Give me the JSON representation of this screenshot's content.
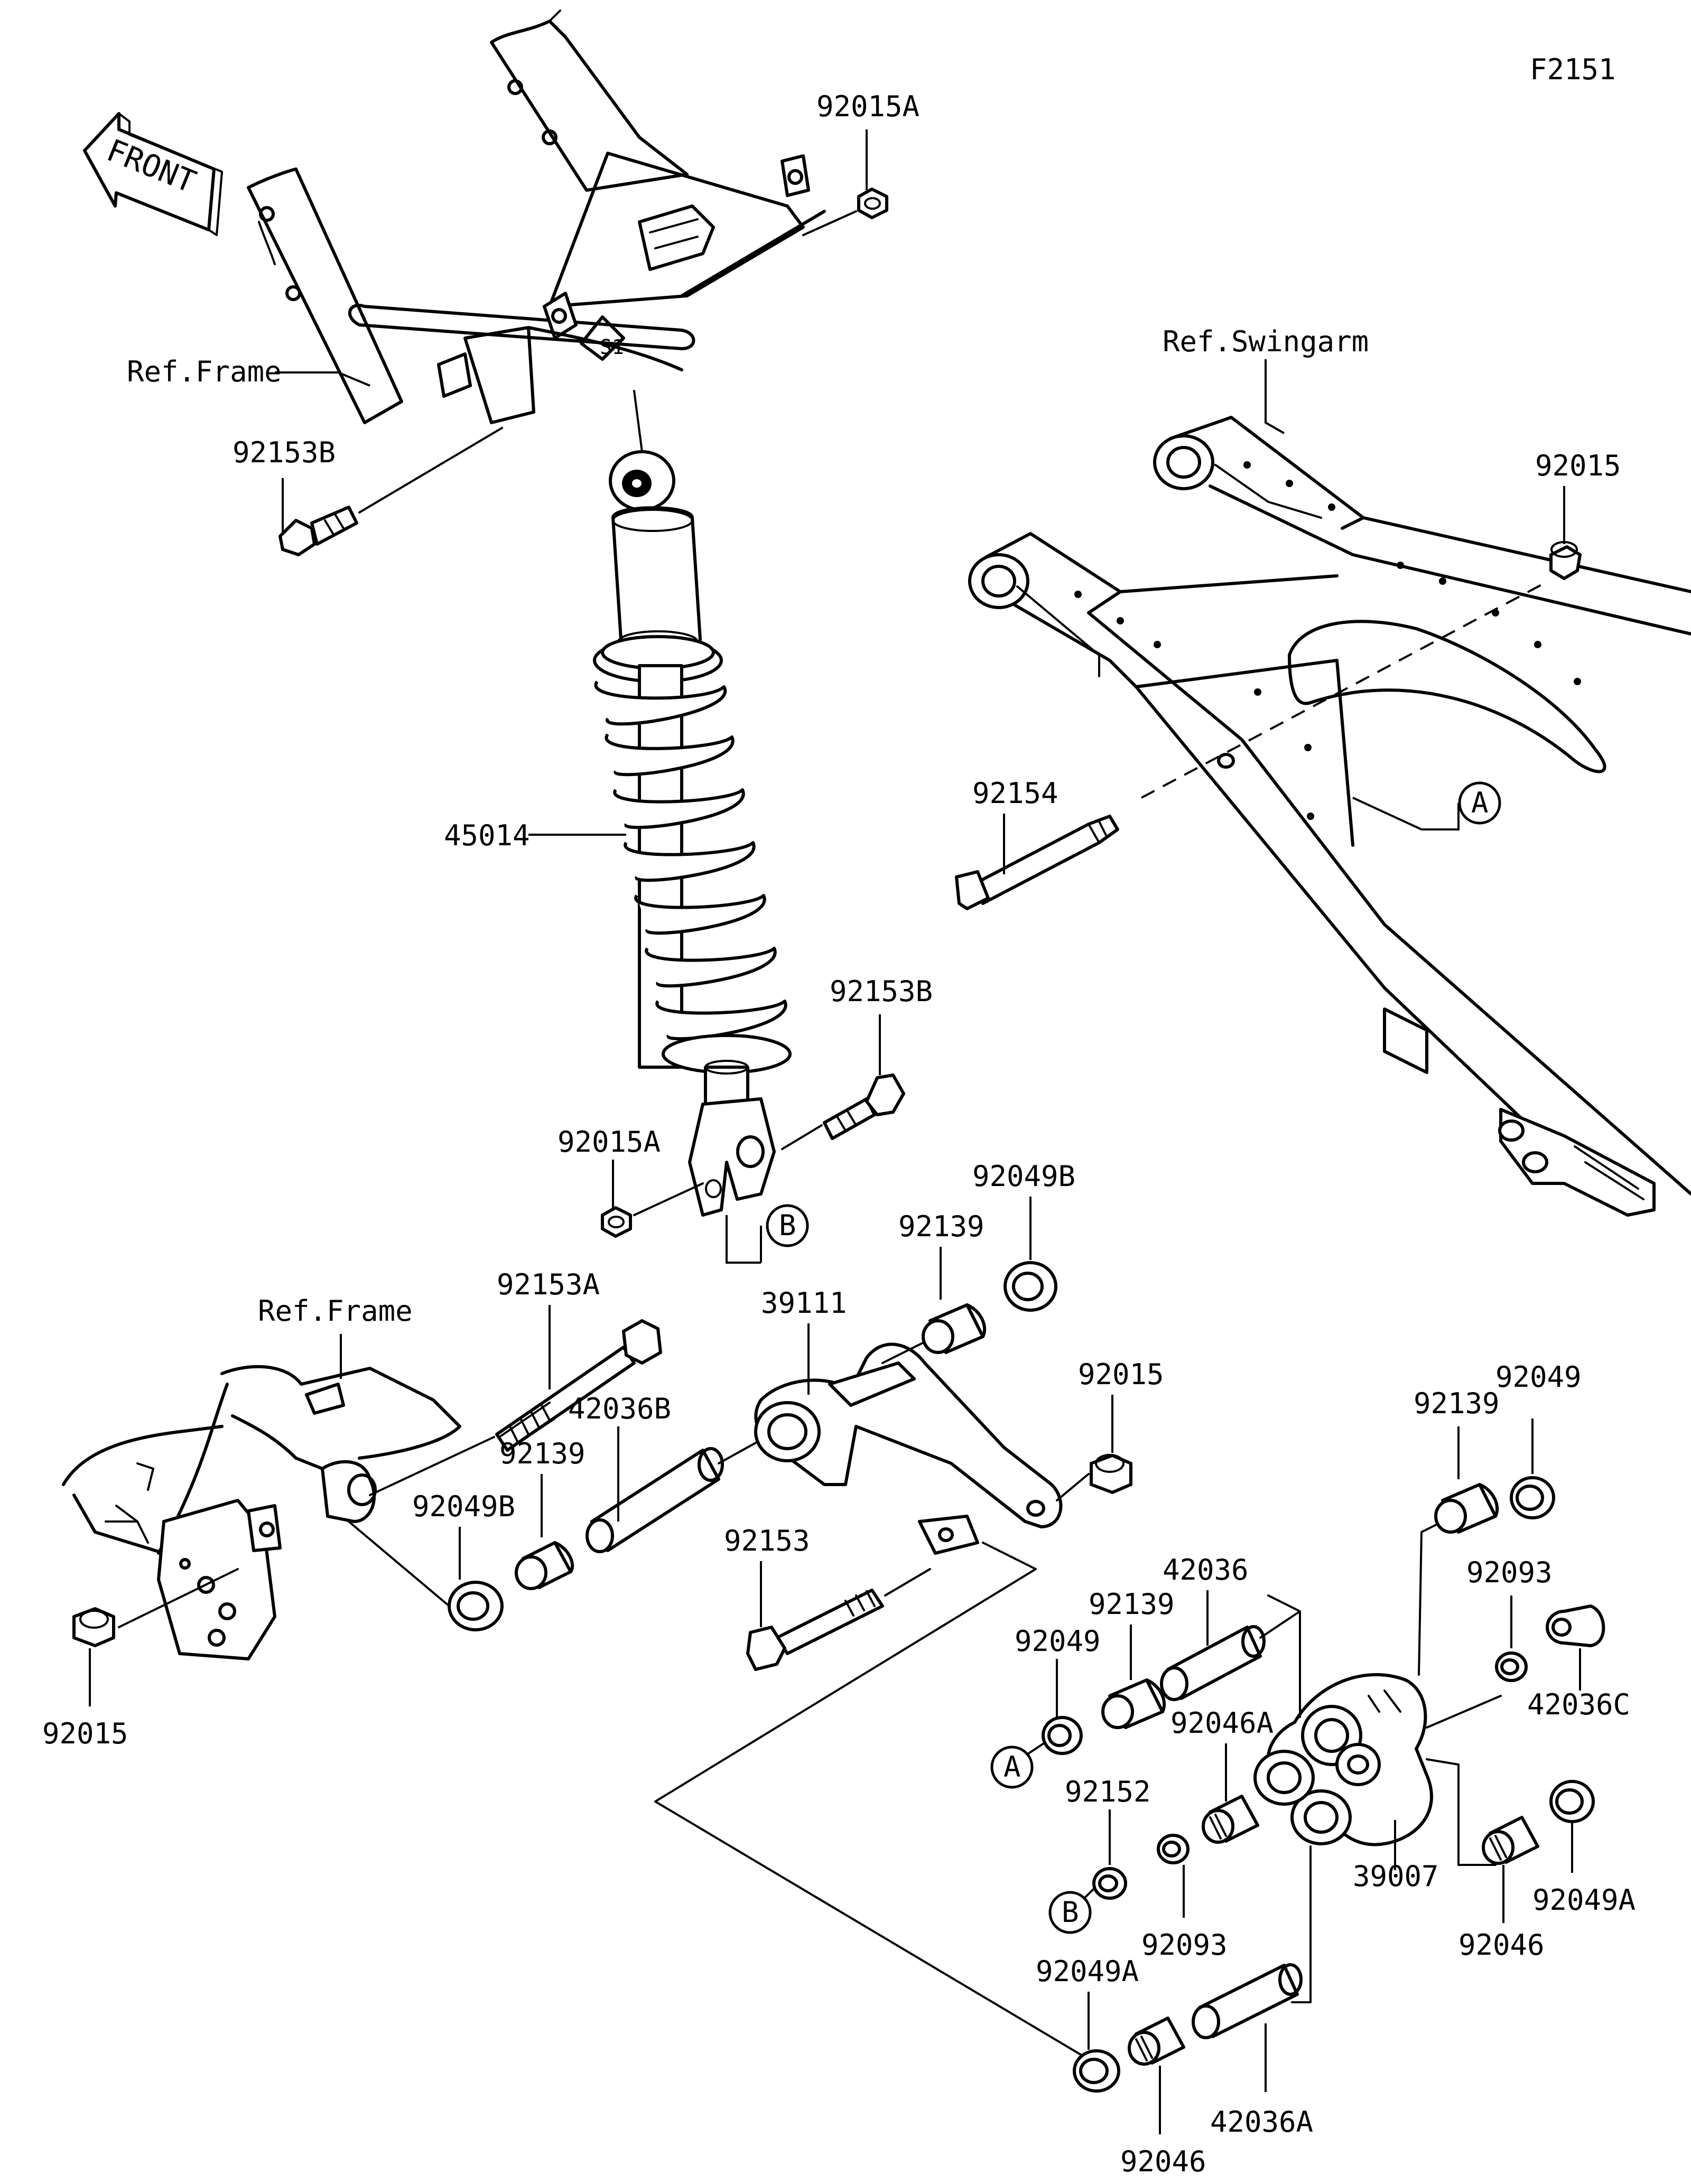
{
  "figure_code": "F2151",
  "front_label": "FRONT",
  "references": {
    "frame_upper": "Ref.Frame",
    "frame_lower": "Ref.Frame",
    "swingarm": "Ref.Swingarm"
  },
  "markers": {
    "a_top": "A",
    "a_bottom": "A",
    "b_top": "B",
    "b_bottom": "B"
  },
  "parts": {
    "p92015A_top": "92015A",
    "p92153B_top": "92153B",
    "p92015_swingarm": "92015",
    "p92154": "92154",
    "p45014": "45014",
    "p92153B_mid": "92153B",
    "p92015A_mid": "92015A",
    "p92049B_right": "92049B",
    "p92139_upper": "92139",
    "p39111": "39111",
    "p92153A": "92153A",
    "p92015_link": "92015",
    "p42036B": "42036B",
    "p92139_left": "92139",
    "p92049B_left": "92049B",
    "p92015_frame": "92015",
    "p92153": "92153",
    "p92049_right": "92049",
    "p92139_right": "92139",
    "p42036": "42036",
    "p92093_right": "92093",
    "p92139_mid": "92139",
    "p92049_left": "92049",
    "p42036C": "42036C",
    "p92046A": "92046A",
    "p92152": "92152",
    "p92093_lower": "92093",
    "p39007": "39007",
    "p92046_right": "92046",
    "p92049A_right": "92049A",
    "p92049A_left": "92049A",
    "p42036A": "42036A",
    "p92046_bottom": "92046"
  }
}
